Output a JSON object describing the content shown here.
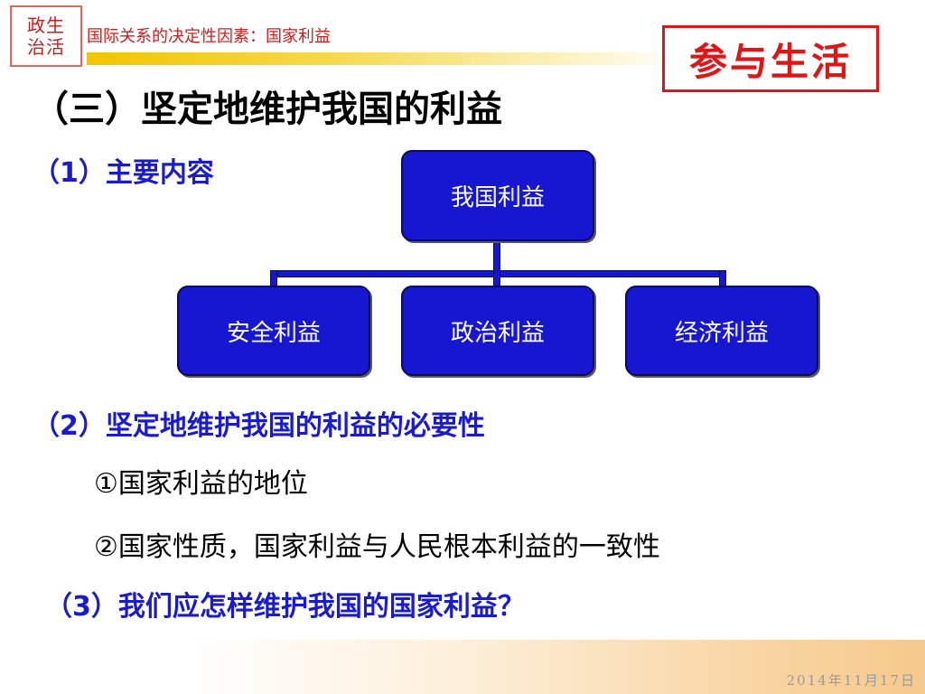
{
  "header": {
    "logo_line1": "政生",
    "logo_line2": "治活",
    "title": "国际关系的决定性因素：国家利益",
    "badge": "参与生活"
  },
  "main": {
    "section_title": "（三）坚定地维护我国的利益",
    "heading1": "（1）主要内容",
    "org_chart": {
      "root": "我国利益",
      "children": [
        "安全利益",
        "政治利益",
        "经济利益"
      ]
    },
    "heading2": "（2）坚定地维护我国的利益的必要性",
    "item1": "①国家利益的地位",
    "item2": "②国家性质，国家利益与人民根本利益的一致性",
    "heading3": "（3）我们应怎样维护我国的国家利益？"
  },
  "footer": {
    "date": "2014年11月17日"
  },
  "colors": {
    "accent_red": "#c81e1e",
    "node_blue": "#1717d2",
    "heading_blue": "#1a1acf",
    "bar_yellow": "#f2c500"
  }
}
